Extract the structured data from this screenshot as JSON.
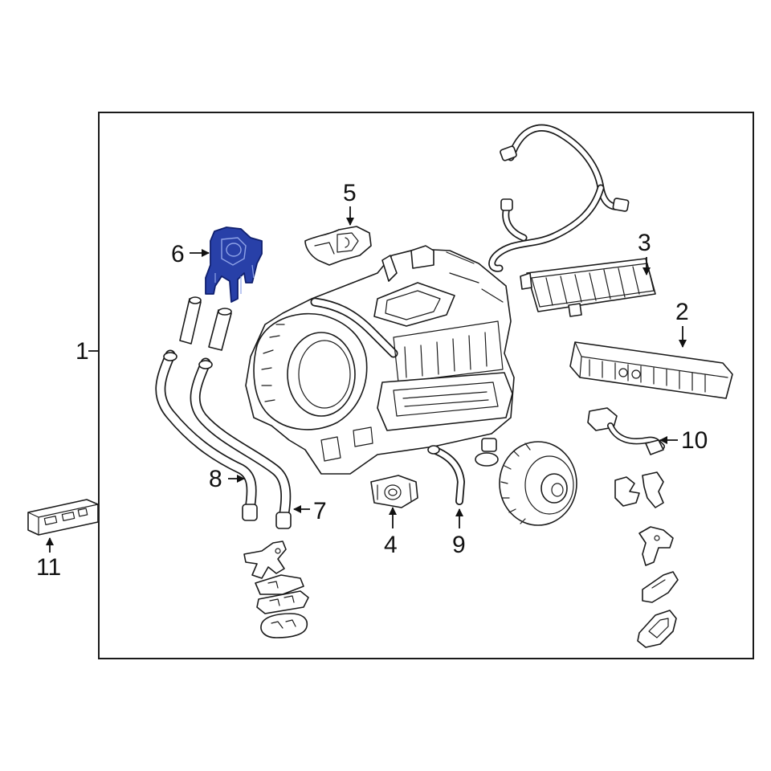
{
  "colors": {
    "highlight": "#2840a8",
    "highlight_stroke": "#0f1f6e",
    "line": "#1a1a1a",
    "background": "#ffffff"
  },
  "callouts": {
    "c1": "1",
    "c2": "2",
    "c3": "3",
    "c4": "4",
    "c5": "5",
    "c6": "6",
    "c7": "7",
    "c8": "8",
    "c9": "9",
    "c10": "10",
    "c11": "11"
  },
  "highlighted_part": "6"
}
